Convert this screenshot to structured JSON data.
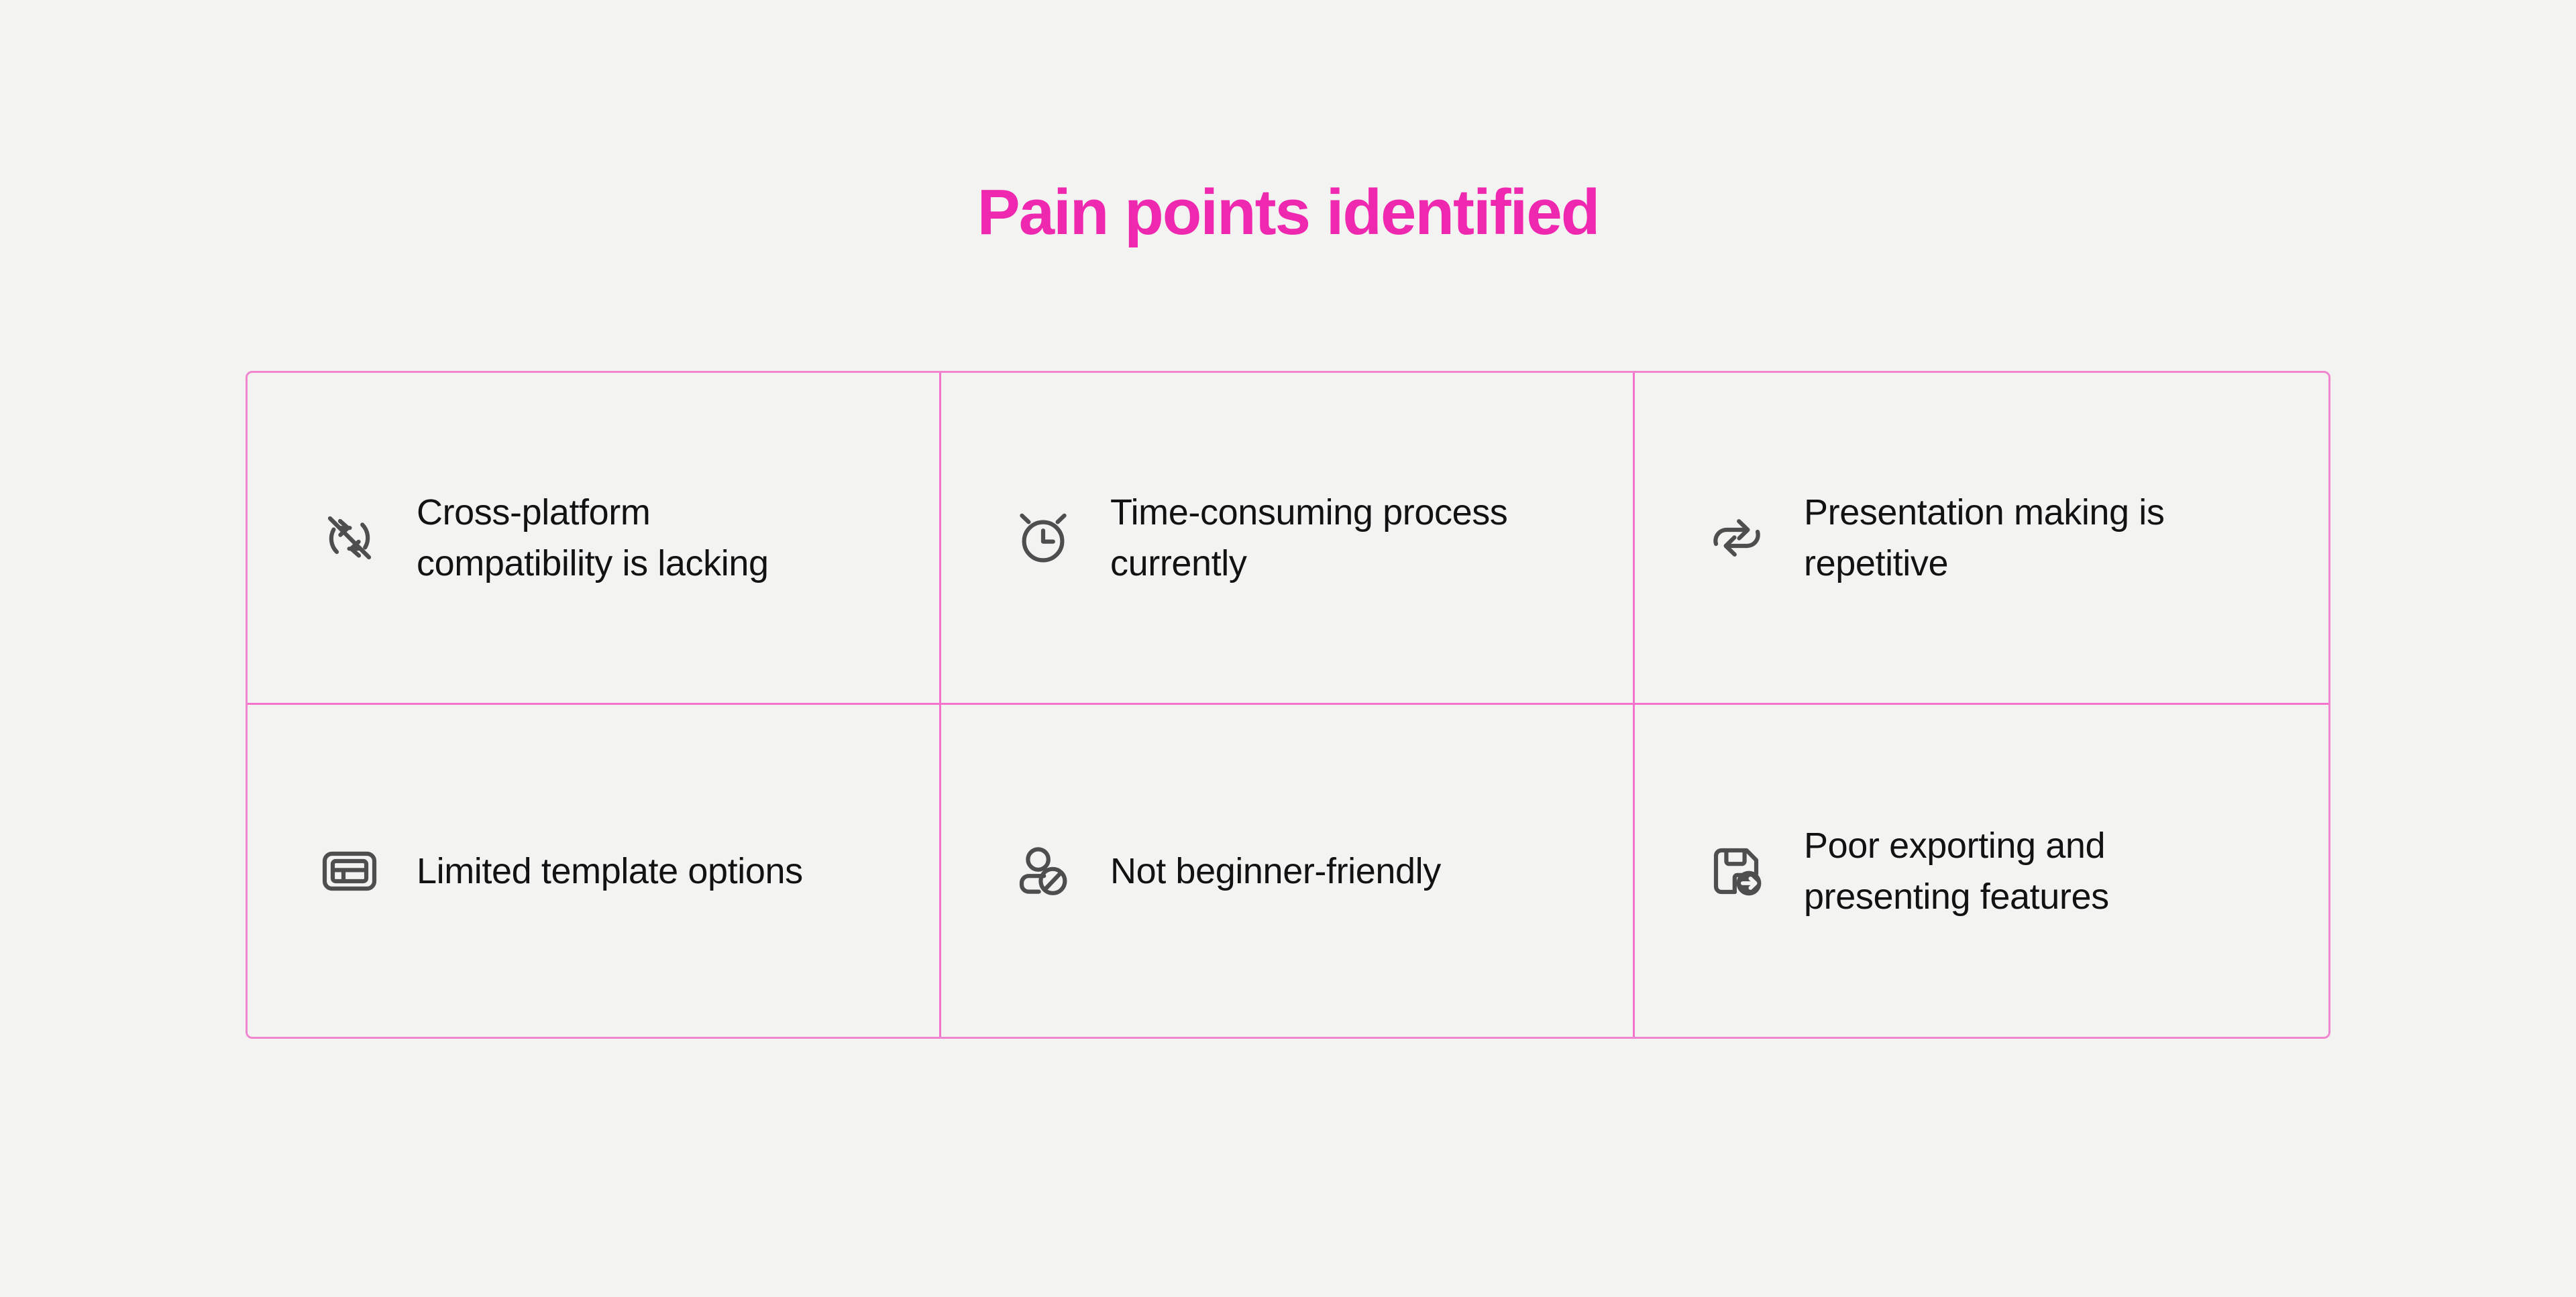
{
  "slide": {
    "background_color": "#f3f3f2",
    "title": "Pain points identified",
    "title_color": "#ef28b0"
  },
  "grid": {
    "border_color": "#ef86ce",
    "divider_color": "#f573cd",
    "columns": 3,
    "rows": 2,
    "cells": [
      {
        "icon": "sync-off-icon",
        "label": "Cross-platform compatibility is lacking"
      },
      {
        "icon": "alarm-clock-icon",
        "label": "Time-consuming process currently"
      },
      {
        "icon": "repeat-loop-icon",
        "label": "Presentation making is repetitive"
      },
      {
        "icon": "layout-template-icon",
        "label": "Limited template options"
      },
      {
        "icon": "user-blocked-icon",
        "label": "Not beginner-friendly"
      },
      {
        "icon": "save-export-icon",
        "label": "Poor exporting and presenting features"
      }
    ]
  }
}
